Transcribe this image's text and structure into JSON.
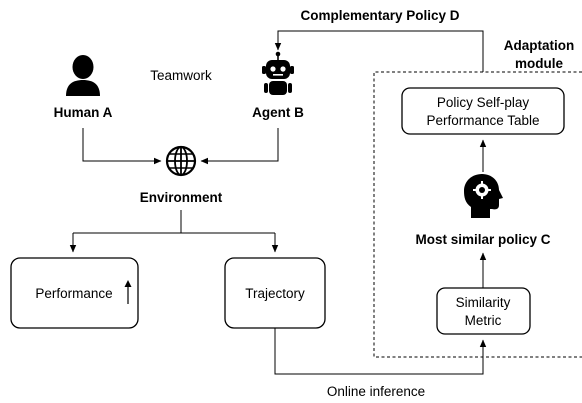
{
  "title": "Complementary Policy  D",
  "adaptation_module": {
    "line1": "Adaptation",
    "line2": "module"
  },
  "teamwork_label": "Teamwork",
  "human": {
    "label": "Human A",
    "icon": "person-silhouette-icon"
  },
  "agent": {
    "label": "Agent B",
    "icon": "robot-icon"
  },
  "environment": {
    "label": "Environment",
    "icon": "globe-icon"
  },
  "performance_box": {
    "label": "Performance",
    "indicator": "up-arrow-icon"
  },
  "trajectory_box": {
    "label": "Trajectory"
  },
  "policy_table_box": {
    "line1": "Policy Self-play",
    "line2": "Performance Table"
  },
  "most_similar_policy": {
    "label": "Most similar policy C",
    "icon": "head-with-gear-icon"
  },
  "similarity_box": {
    "line1": "Similarity",
    "line2": "Metric"
  },
  "online_inference_label": "Online inference"
}
